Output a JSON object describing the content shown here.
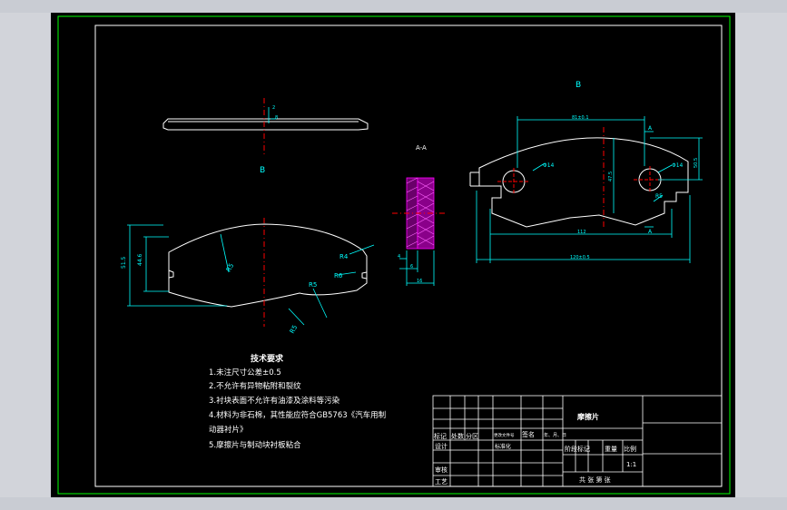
{
  "drawing": {
    "view_label_b": "B",
    "section_label": "A-A",
    "section_marker": "A",
    "section_line_label": "B"
  },
  "dimensions": {
    "top_view": {
      "d1": "2",
      "d2": "8"
    },
    "front_view": {
      "height_outer": "51.5",
      "height_inner": "44.6",
      "r_top": "R4",
      "r_corner": "R6",
      "r_bottom": "R5",
      "r_large": "R5",
      "r_big": "R5"
    },
    "section": {
      "d_small": "4",
      "d_mid": "6",
      "d_width": "16"
    },
    "right_view": {
      "top_width": "81±0.1",
      "hole_left": "Φ14",
      "hole_right": "Φ14",
      "mid_height": "47.5",
      "right_height": "50.5",
      "r_notch": "R5",
      "bottom_width": "112",
      "overall_width": "120±0.5"
    }
  },
  "tech_requirements": {
    "title": "技术要求",
    "items": [
      "1.未注尺寸公差±0.5",
      "2.不允许有异物粘附和裂纹",
      "3.衬块表面不允许有油漆及涂料等污染",
      "4.材料为非石棉，其性能应符合GB5763《汽车用制",
      "动器衬片》",
      "5.摩擦片与制动块衬板粘合"
    ]
  },
  "title_block": {
    "part_name": "摩擦片",
    "row_headers": [
      "标记",
      "处数",
      "分区",
      "更改文件号",
      "签名",
      "年、月、日"
    ],
    "design": "设计",
    "standardize": "标准化",
    "review": "审核",
    "process": "工艺",
    "stage_mark": "阶段标记",
    "weight": "重量",
    "scale_label": "比例",
    "scale_value": "1:1",
    "sheets": "共  张 第  张"
  }
}
